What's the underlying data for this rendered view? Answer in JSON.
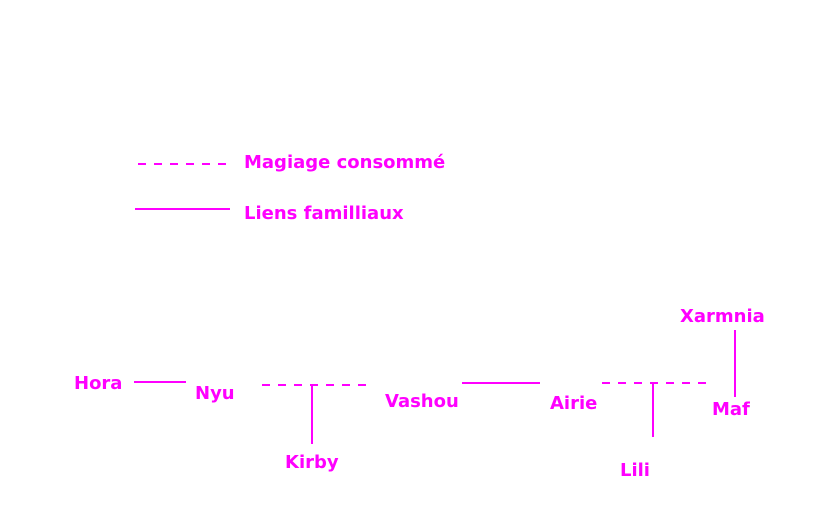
{
  "legend": {
    "dashed_label": "Magiage consommé",
    "solid_label": "Liens familliaux"
  },
  "people": {
    "hora": "Hora",
    "nyu": "Nyu",
    "kirby": "Kirby",
    "vashou": "Vashou",
    "airie": "Airie",
    "lili": "Lili",
    "xarmnia": "Xarmnia",
    "maf": "Maf"
  },
  "colors": {
    "ink": "#ff00ff",
    "background": "#ffffff"
  }
}
